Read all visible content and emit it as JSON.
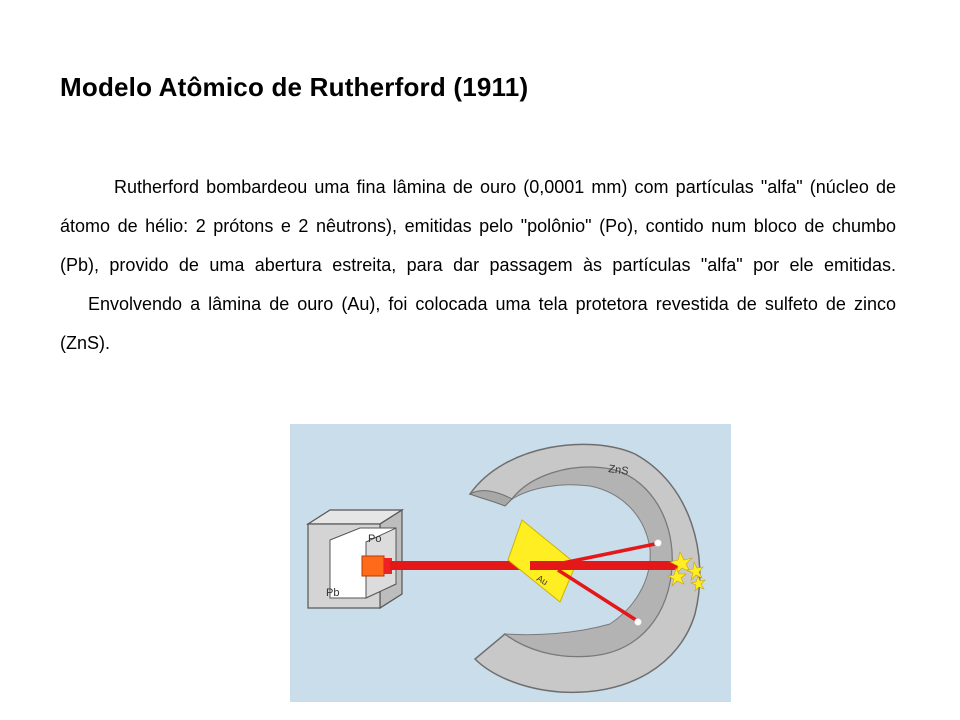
{
  "slide": {
    "title": "Modelo Atômico de Rutherford (1911)",
    "paragraph1": "Rutherford bombardeou uma fina lâmina de ouro (0,0001 mm) com partículas \"alfa\" (núcleo de átomo de hélio: 2 prótons e 2 nêutrons), emitidas pelo \"polônio\" (Po), contido num bloco de chumbo (Pb), provido de uma abertura estreita, para dar passagem às partículas \"alfa\" por ele emitidas.",
    "paragraph2": "Envolvendo a lâmina de ouro (Au), foi colocada uma tela protetora revestida de sulfeto de zinco (ZnS)."
  },
  "figure": {
    "labels": {
      "polonium": "Po",
      "lead": "Pb",
      "gold": "Au",
      "screen": "ZnS"
    },
    "colors": {
      "background": "#c9ddeb",
      "screen": "#c8c8c8",
      "beam": "#e41818",
      "foil": "#ffee22",
      "block": "#d4d4d4",
      "source": "#ff6a1a",
      "sparkle": "#ffee22"
    }
  }
}
